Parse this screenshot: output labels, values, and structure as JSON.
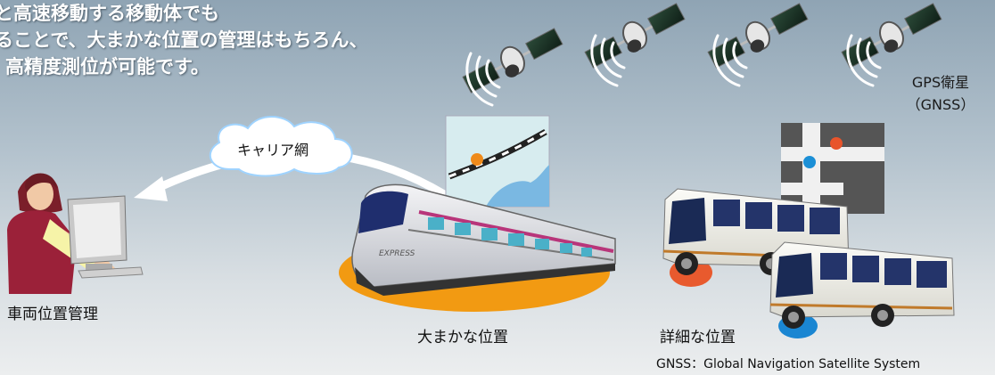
{
  "headline": {
    "line1": "と高速移動する移動体でも",
    "line2": "ることで、大まかな位置の管理はもちろん、",
    "line3": "高精度測位が可能です。"
  },
  "labels": {
    "carrier_network": "キャリア網",
    "vehicle_management": "車両位置管理",
    "rough_position": "大まかな位置",
    "detailed_position": "詳細な位置",
    "gps_satellite_line1": "GPS衛星",
    "gps_satellite_line2": "（GNSS）",
    "gnss_footnote": "GNSS：Global Navigation Satellite System",
    "train_logo": "EXPRESS"
  },
  "colors": {
    "map_dot_orange": "#ef8a1a",
    "map_dot_red": "#e8542b",
    "map_dot_blue": "#1b8fd6",
    "position_ellipse_orange": "#f29a12",
    "position_ellipse_red": "#e85a2e",
    "position_ellipse_blue": "#1a86d2",
    "train_accent": "#b8357a"
  }
}
